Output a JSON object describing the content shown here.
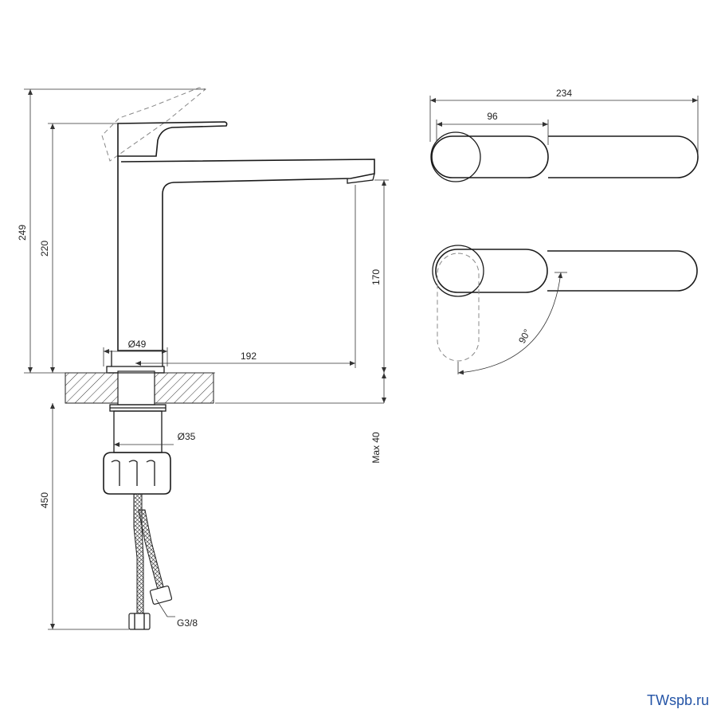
{
  "dimensions": {
    "overall_height": "249",
    "spout_height": "220",
    "outlet_height": "170",
    "base_diameter": "Ø49",
    "reach": "192",
    "shank_diameter": "Ø35",
    "max_countertop": "Max 40",
    "hose_length": "450",
    "hose_thread": "G3/8",
    "top_length": "234",
    "handle_length": "96",
    "rotation_angle": "90°"
  },
  "watermark": "TWspb.ru"
}
